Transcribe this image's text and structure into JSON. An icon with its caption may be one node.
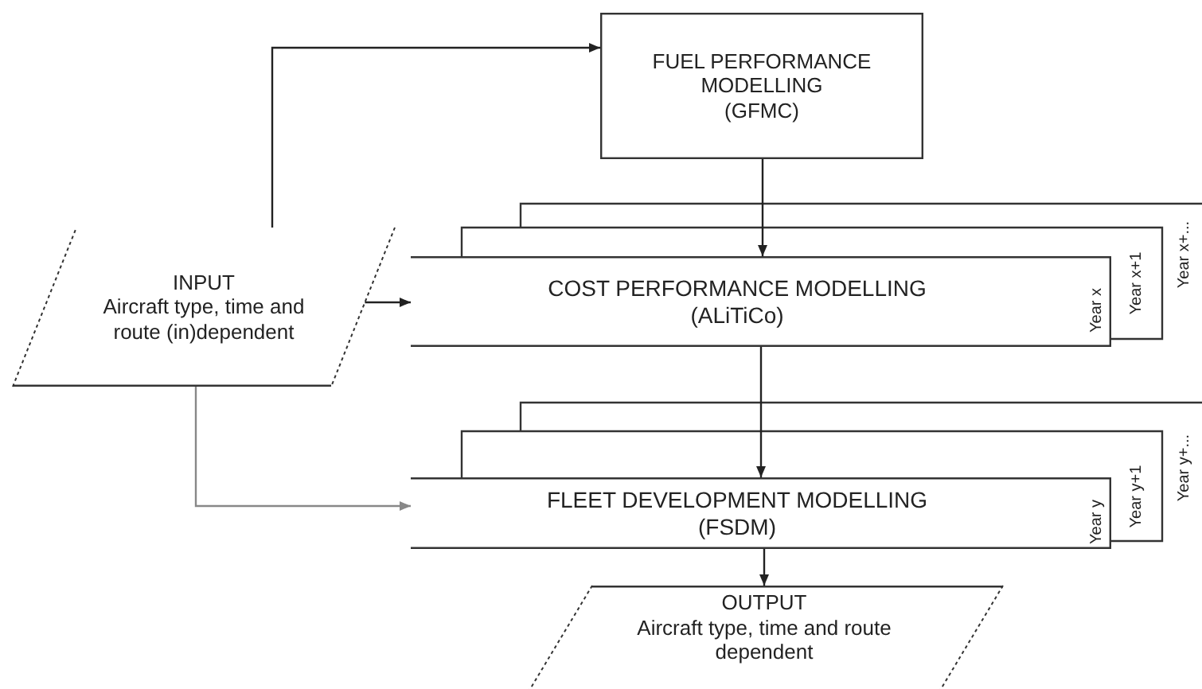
{
  "diagram": {
    "nodes": [
      {
        "text": [
          "FUEL PERFORMANCE MODELLING",
          "(GFMC)"
        ]
      },
      {
        "text": [
          "INPUT",
          "Aircraft type, time and route (in)dependent"
        ]
      },
      {
        "text": [
          "COST PERFORMANCE MODELLING",
          "(ALiTiCo)"
        ]
      },
      {
        "text": [
          "FLEET DEVELOPMENT MODELLING",
          "(FSDM)"
        ]
      },
      {
        "text": [
          "OUTPUT",
          "Aircraft type, time and route dependent"
        ]
      }
    ],
    "edges": [
      {
        "from": 1,
        "to": 0,
        "arrow": "to"
      },
      {
        "from": 0,
        "to": 2,
        "arrow": "to"
      },
      {
        "from": 1,
        "to": 2,
        "arrow": "to"
      },
      {
        "from": 1,
        "to": 3,
        "arrow": "to",
        "color": "#888888"
      },
      {
        "from": 2,
        "to": 3,
        "arrow": "to"
      },
      {
        "from": 3,
        "to": 4,
        "arrow": "to"
      }
    ],
    "labels": [
      "Year x",
      "Year x+1",
      "Year x+...",
      "Year y",
      "Year y+1",
      "Year y+..."
    ]
  }
}
